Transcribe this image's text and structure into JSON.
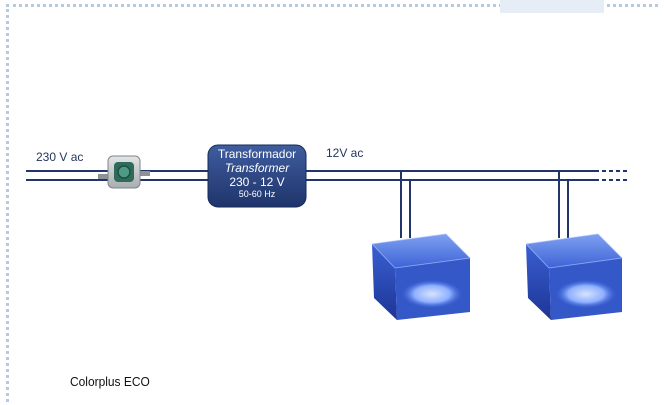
{
  "diagram": {
    "input_label": "230 V ac",
    "output_label": "12V ac",
    "transformer": {
      "line1": "Transformador",
      "line2": "Transformer",
      "line3": "230 - 12 V",
      "line4": "50-60 Hz"
    },
    "caption": "Colorplus ECO"
  },
  "colors": {
    "wire": "#23346a",
    "frame": "#b7c9df",
    "transformer_fill": "#2a4586",
    "lamp_blue": "#3d6be0"
  }
}
